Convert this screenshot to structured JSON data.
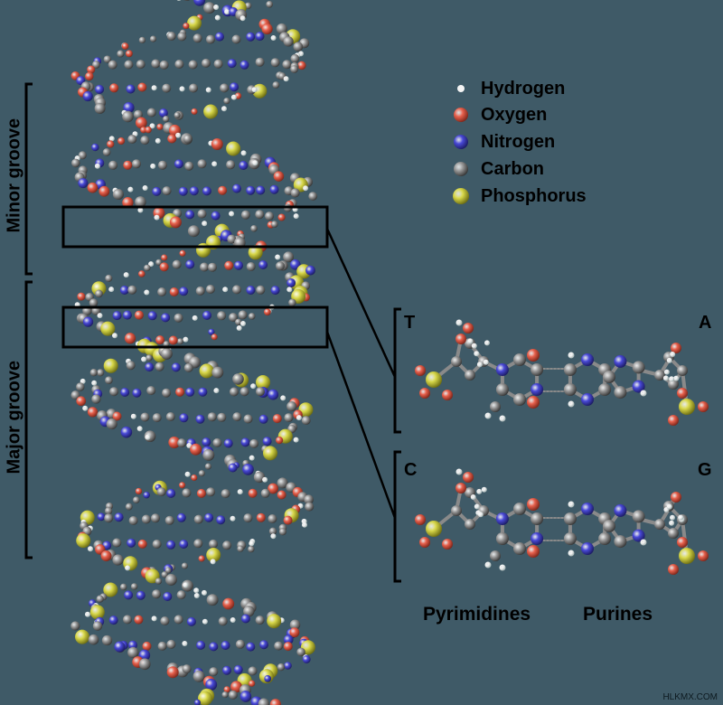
{
  "labels": {
    "minor_groove": "Minor groove",
    "major_groove": "Major groove",
    "pair_top_left": "T",
    "pair_top_right": "A",
    "pair_bottom_left": "C",
    "pair_bottom_right": "G",
    "pyrimidines": "Pyrimidines",
    "purines": "Purines"
  },
  "legend": [
    {
      "label": "Hydrogen",
      "color": "#f4f4f4",
      "icon": "hydrogen-atom-icon",
      "small": true
    },
    {
      "label": "Oxygen",
      "color": "#e8614d",
      "icon": "oxygen-atom-icon"
    },
    {
      "label": "Nitrogen",
      "color": "#4a4ad8",
      "icon": "nitrogen-atom-icon"
    },
    {
      "label": "Carbon",
      "color": "#9a9a9a",
      "icon": "carbon-atom-icon"
    },
    {
      "label": "Phosphorus",
      "color": "#d8d84a",
      "icon": "phosphorus-atom-icon"
    }
  ],
  "watermark": "HLKMX.COM"
}
